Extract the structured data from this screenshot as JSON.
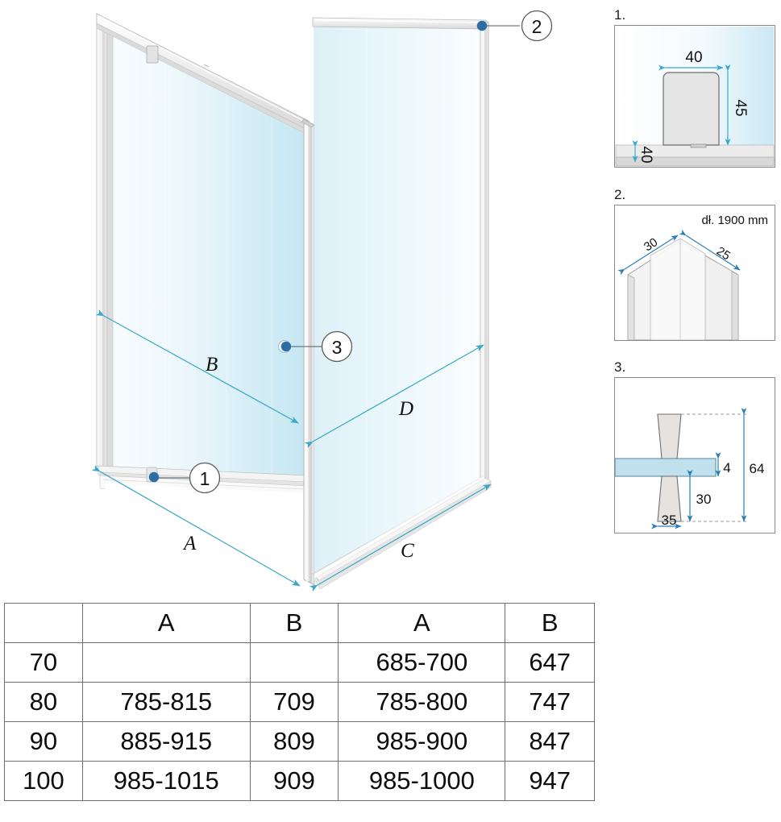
{
  "drawing": {
    "title": "shower-enclosure-isometric",
    "dimension_labels": [
      {
        "id": "A",
        "text": "A"
      },
      {
        "id": "B",
        "text": "B"
      },
      {
        "id": "C",
        "text": "C"
      },
      {
        "id": "D",
        "text": "D"
      }
    ],
    "callouts": [
      {
        "id": "1",
        "text": "1"
      },
      {
        "id": "2",
        "text": "2"
      },
      {
        "id": "3",
        "text": "3"
      }
    ],
    "colors": {
      "glass_light": "#f7fcfe",
      "glass_dark": "#c9e9f3",
      "frame": "#e9e9e9",
      "dimension_arrow": "#3aa8c6",
      "marker_dot": "#2e6da4",
      "callout_stroke": "#5a5a5a"
    }
  },
  "details": [
    {
      "number": "1.",
      "name": "hinge-detail",
      "dims": [
        {
          "value": "40",
          "orientation": "horizontal"
        },
        {
          "value": "45",
          "orientation": "vertical"
        },
        {
          "value": "40",
          "orientation": "vertical"
        }
      ]
    },
    {
      "number": "2.",
      "name": "corner-profile-detail",
      "length_note": "dł. 1900 mm",
      "dims": [
        {
          "value": "30",
          "orientation": "diagonal"
        },
        {
          "value": "25",
          "orientation": "diagonal"
        }
      ]
    },
    {
      "number": "3.",
      "name": "knob-handle-detail",
      "dims": [
        {
          "value": "4",
          "orientation": "vertical"
        },
        {
          "value": "64",
          "orientation": "vertical"
        },
        {
          "value": "30",
          "orientation": "vertical"
        },
        {
          "value": "35",
          "orientation": "horizontal"
        }
      ]
    }
  ],
  "table": {
    "name": "size-specification-table",
    "headers": [
      "",
      "A",
      "B",
      "A",
      "B"
    ],
    "rows": [
      [
        "70",
        "",
        "",
        "685-700",
        "647"
      ],
      [
        "80",
        "785-815",
        "709",
        "785-800",
        "747"
      ],
      [
        "90",
        "885-915",
        "809",
        "985-900",
        "847"
      ],
      [
        "100",
        "985-1015",
        "909",
        "985-1000",
        "947"
      ]
    ]
  }
}
